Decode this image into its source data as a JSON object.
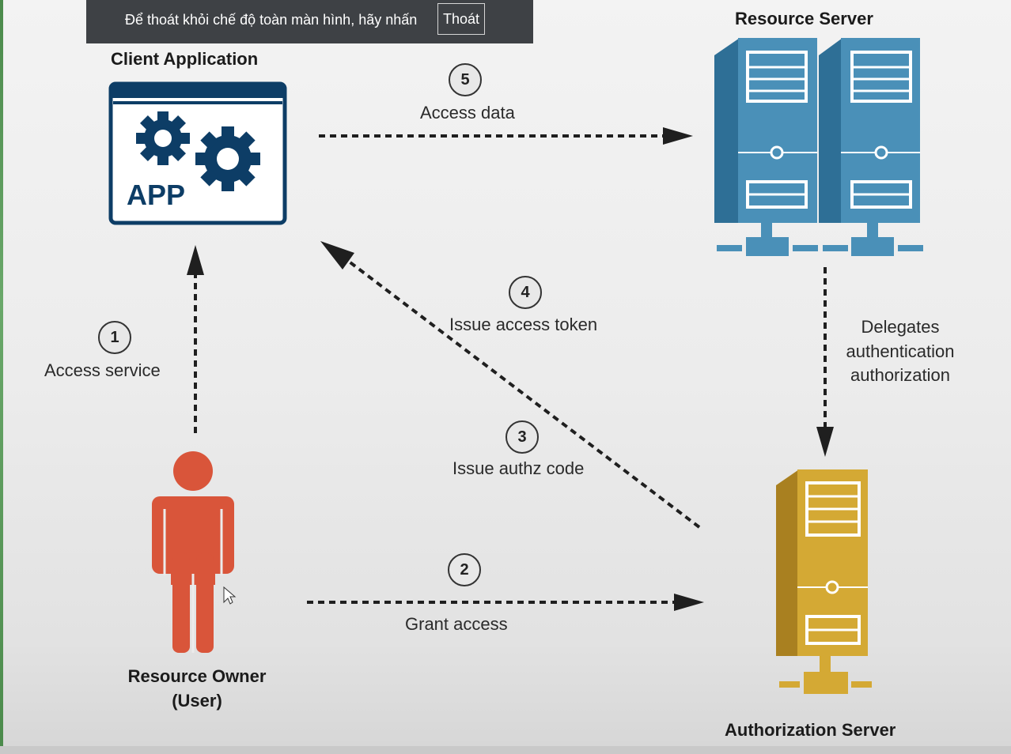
{
  "banner": {
    "message": "Để thoát khỏi chế độ toàn màn hình, hãy nhấn",
    "exit_label": "Thoát"
  },
  "nodes": {
    "client_app": {
      "title": "Client Application",
      "icon_text": "APP"
    },
    "resource_server": {
      "title": "Resource Server"
    },
    "authorization_server": {
      "title": "Authorization Server"
    },
    "resource_owner": {
      "title_line1": "Resource Owner",
      "title_line2": "(User)"
    },
    "delegates_note": {
      "line1": "Delegates",
      "line2": "authentication",
      "line3": "authorization"
    }
  },
  "steps": [
    {
      "number": "1",
      "label": "Access service"
    },
    {
      "number": "2",
      "label": "Grant access"
    },
    {
      "number": "3",
      "label": "Issue authz code"
    },
    {
      "number": "4",
      "label": "Issue access token"
    },
    {
      "number": "5",
      "label": "Access data"
    }
  ],
  "colors": {
    "app_blue": "#0d3d66",
    "server_blue": "#4a90b8",
    "server_blue_dark": "#2e6f96",
    "auth_gold": "#d4a934",
    "auth_gold_dark": "#a98020",
    "user_orange": "#d9553a",
    "arrow": "#1f1f1f"
  }
}
